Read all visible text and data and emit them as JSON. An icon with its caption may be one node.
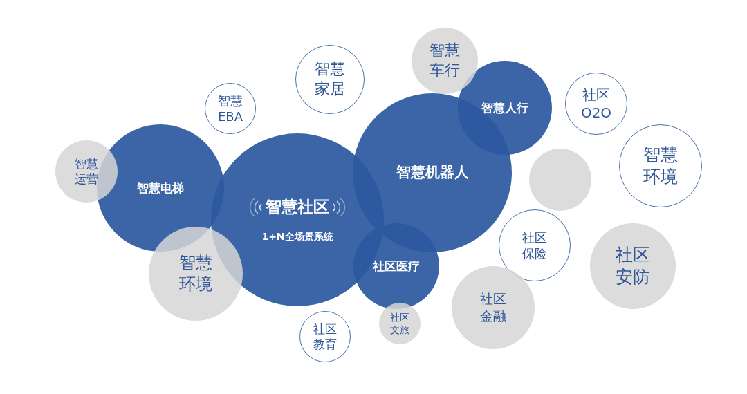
{
  "diagram": {
    "nodes": [
      {
        "text": [
          "智慧车行"
        ]
      },
      {
        "text": [
          "智慧家居"
        ]
      },
      {
        "text": [
          "智慧人行"
        ]
      },
      {
        "text": [
          "社区O2O"
        ]
      },
      {
        "text": [
          "智慧EBA"
        ]
      },
      {
        "text": [
          "智慧运营"
        ]
      },
      {
        "text": [
          "智慧环境"
        ]
      },
      {
        "text": [
          "智慧机器人"
        ]
      },
      {
        "text": [],
        "shape": "circle"
      },
      {
        "text": [
          "智慧电梯"
        ]
      },
      {
        "text": [
          "智慧社区",
          "1+N全场景系统"
        ]
      },
      {
        "text": [
          "社区保险"
        ]
      },
      {
        "text": [
          "社区安防"
        ]
      },
      {
        "text": [
          "智慧环境"
        ]
      },
      {
        "text": [
          "社区医疗"
        ]
      },
      {
        "text": [
          "社区金融"
        ]
      },
      {
        "text": [
          "社区文旅"
        ]
      },
      {
        "text": [
          "社区教育"
        ]
      }
    ]
  }
}
